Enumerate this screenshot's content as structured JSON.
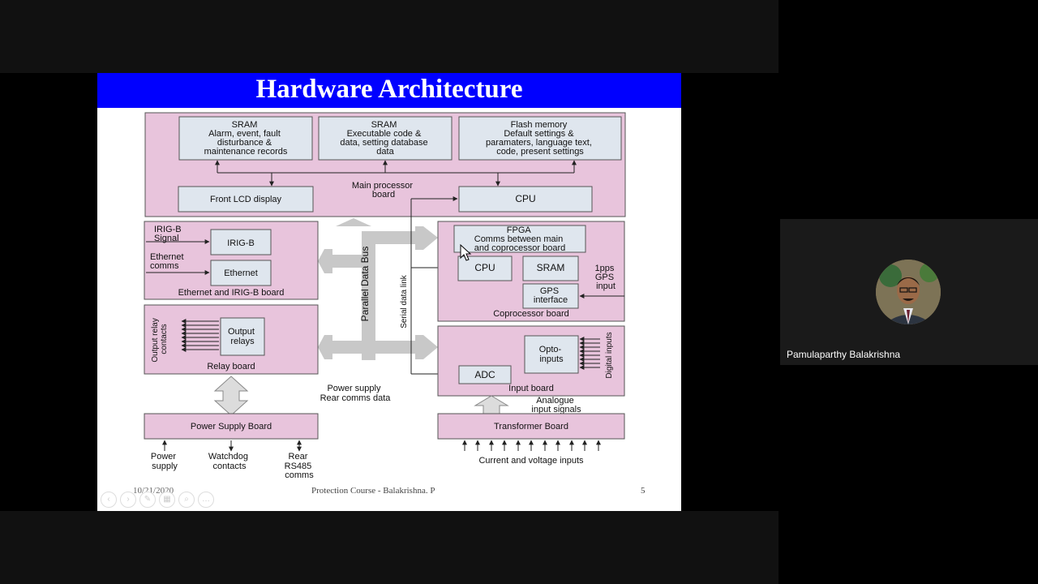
{
  "slide": {
    "title": "Hardware Architecture",
    "footer_date": "10/21/2020",
    "footer_center": "Protection Course - Balakrishna. P",
    "page_number": "5"
  },
  "diagram": {
    "sram1": [
      "SRAM",
      "Alarm, event, fault",
      "disturbance &",
      "maintenance records"
    ],
    "sram2": [
      "SRAM",
      "Executable code &",
      "data, setting database",
      "data"
    ],
    "flash": [
      "Flash memory",
      "Default settings &",
      "paramaters, language text,",
      "code, present settings"
    ],
    "front_lcd": "Front LCD display",
    "main_processor": [
      "Main processor",
      "board"
    ],
    "cpu_main": "CPU",
    "irig_signal": [
      "IRIG-B",
      "Signal"
    ],
    "irig_b": "IRIG-B",
    "ethernet_comms": [
      "Ethernet",
      "comms"
    ],
    "ethernet": "Ethernet",
    "ethernet_board": "Ethernet and IRIG-B board",
    "parallel_bus": "Parallel Data Bus",
    "serial_link": "Serial data link",
    "fpga": [
      "FPGA",
      "Comms between main",
      "and coprocessor board"
    ],
    "cpu_co": "CPU",
    "sram_co": "SRAM",
    "gps_interface": [
      "GPS",
      "interface"
    ],
    "pps_input": [
      "1pps",
      "GPS",
      "input"
    ],
    "coprocessor_board": "Coprocessor board",
    "output_relay_contacts": [
      "Output relay",
      "contacts"
    ],
    "output_relays": [
      "Output",
      "relays"
    ],
    "relay_board": "Relay board",
    "opto_inputs": [
      "Opto-",
      "inputs"
    ],
    "digital_inputs": "Digital inputs",
    "adc": "ADC",
    "input_board": "Input board",
    "power_rear": [
      "Power supply",
      "Rear comms data"
    ],
    "analogue": [
      "Analogue",
      "input signals"
    ],
    "power_supply_board": "Power Supply Board",
    "transformer_board": "Transformer Board",
    "power_supply": [
      "Power",
      "supply"
    ],
    "watchdog": [
      "Watchdog",
      "contacts"
    ],
    "rear_rs485": [
      "Rear",
      "RS485",
      "comms"
    ],
    "current_voltage": "Current and voltage inputs"
  },
  "participant": {
    "name": "Pamulaparthy Balakrishna"
  },
  "colors": {
    "title_bar": "#0000ff",
    "board_fill": "#e8c4dc",
    "component_fill": "#dfe6ee",
    "bus_arrow": "#c8c8c8"
  }
}
